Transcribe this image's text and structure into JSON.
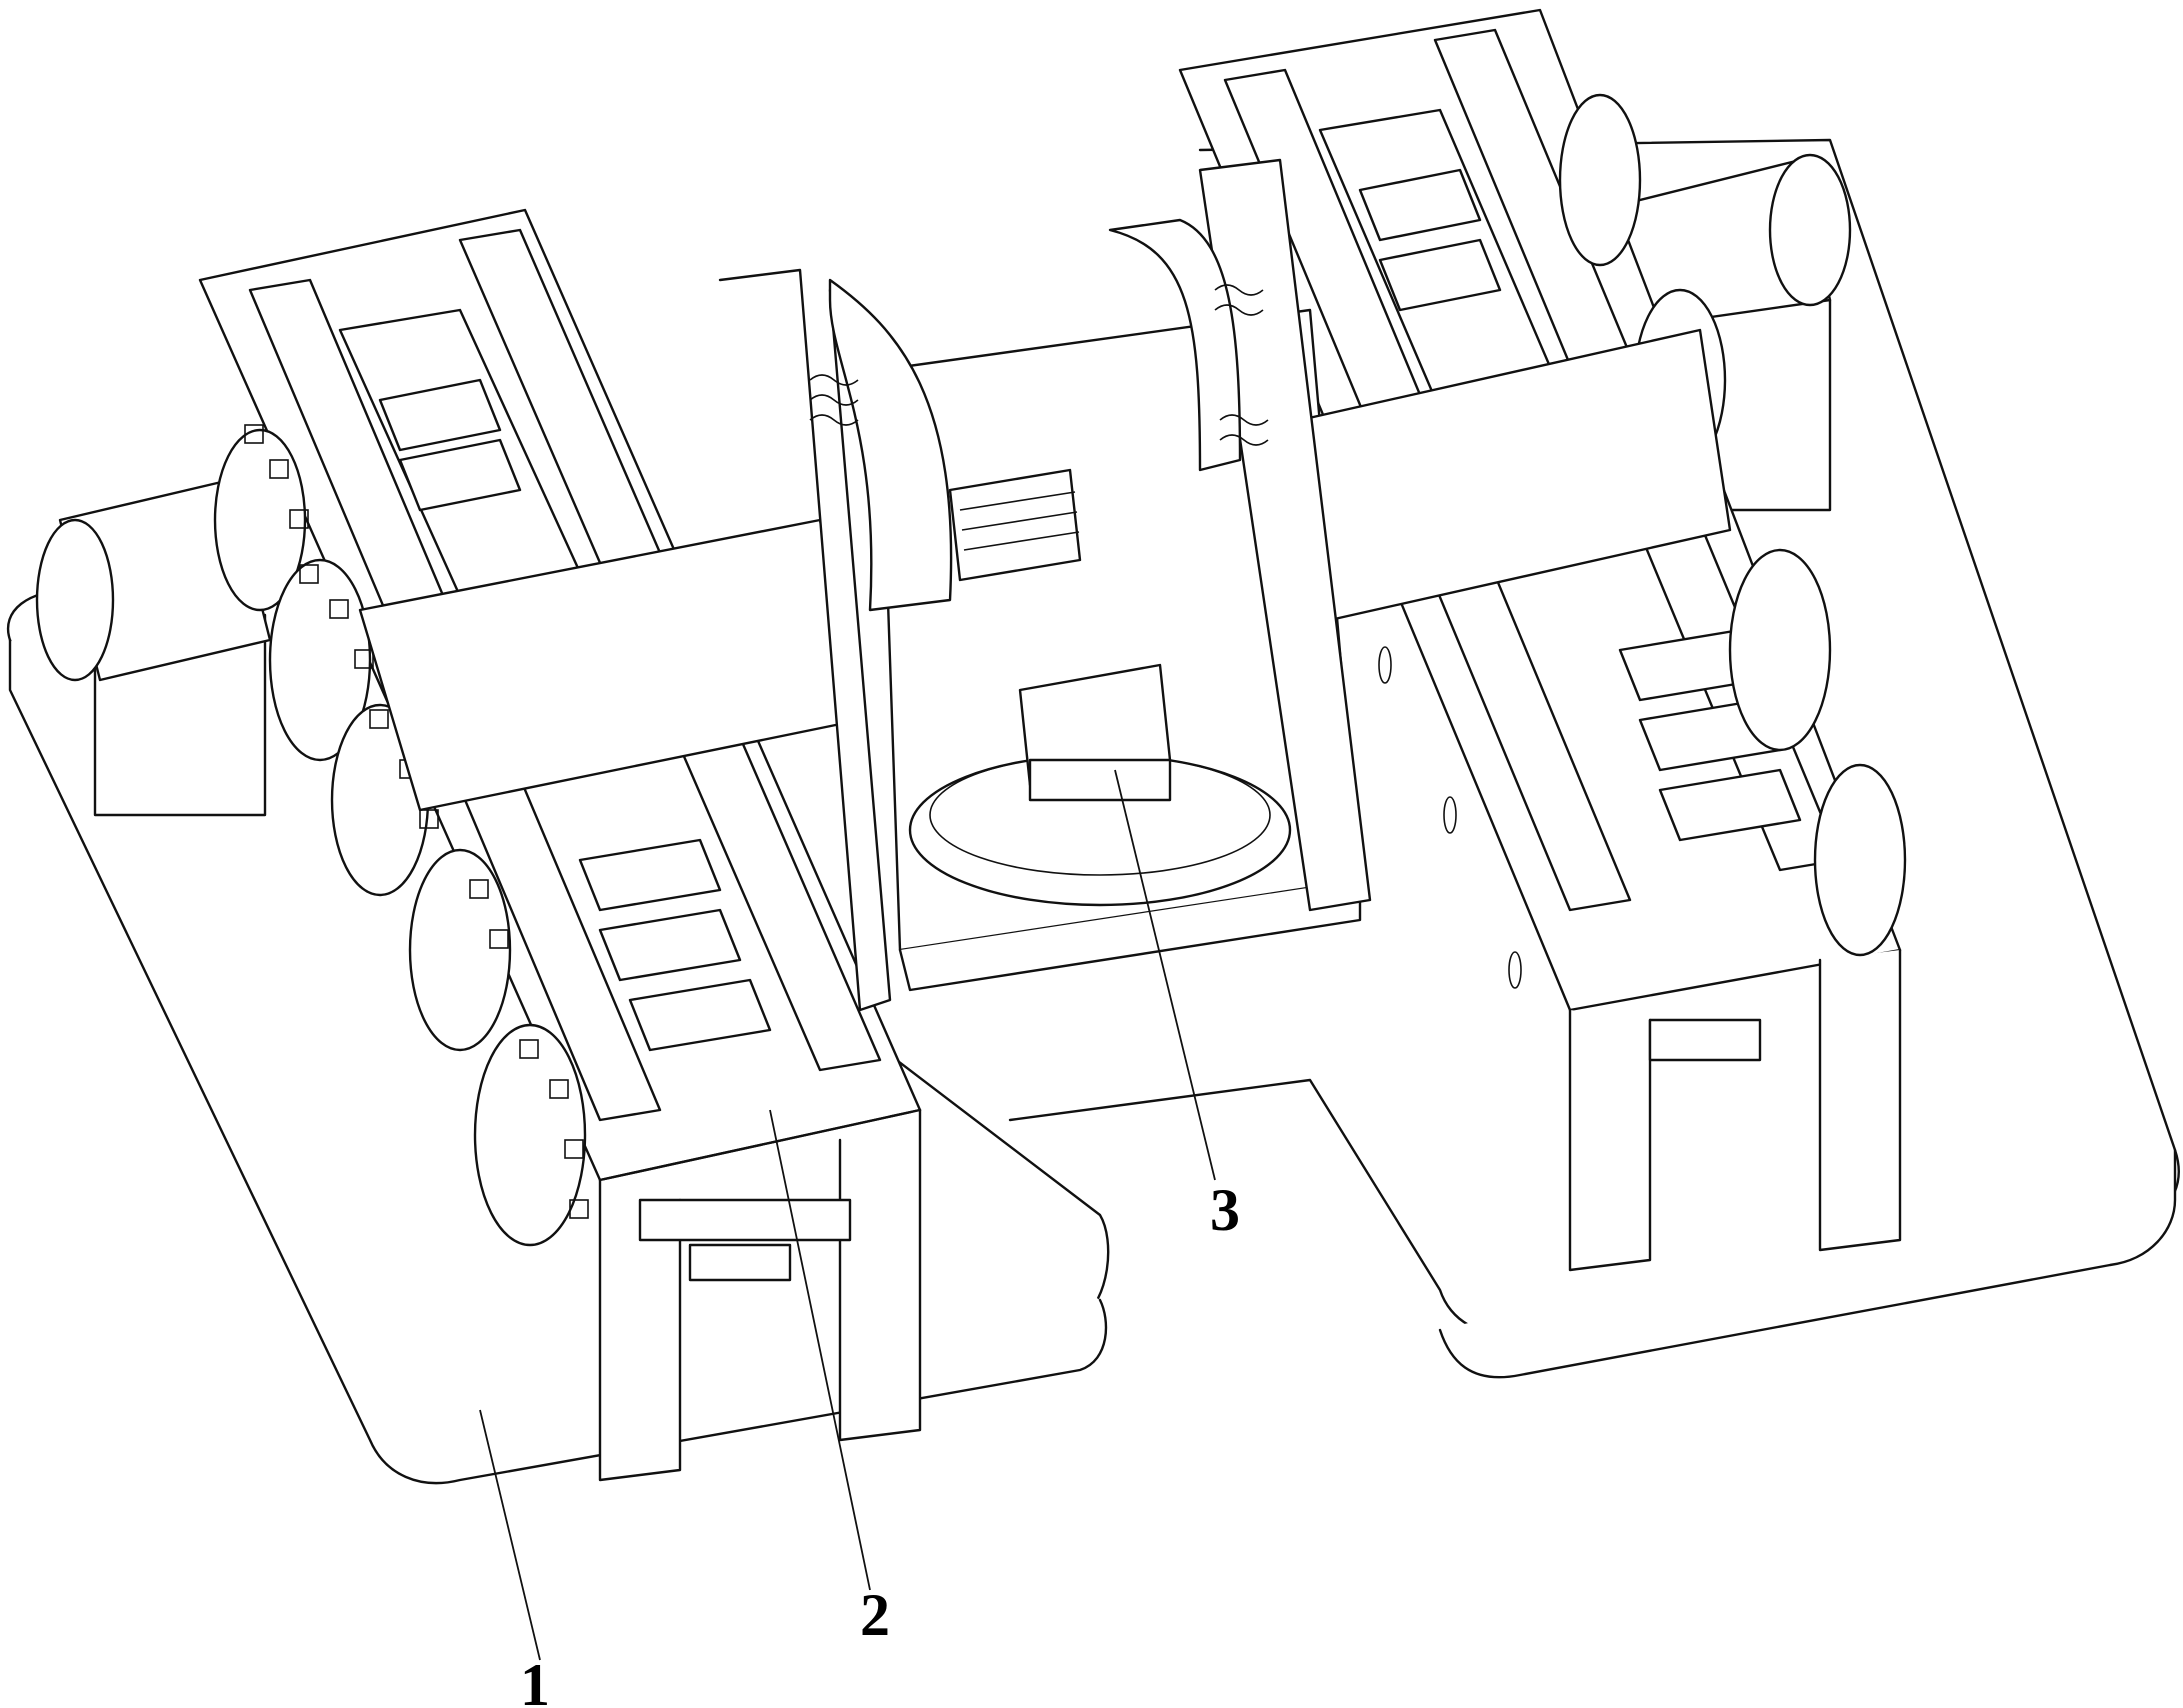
{
  "labels": [
    {
      "id": "1",
      "text": "1"
    },
    {
      "id": "2",
      "text": "2"
    },
    {
      "id": "3",
      "text": "3"
    }
  ],
  "style": {
    "line_color": "#111111",
    "background": "#ffffff"
  }
}
